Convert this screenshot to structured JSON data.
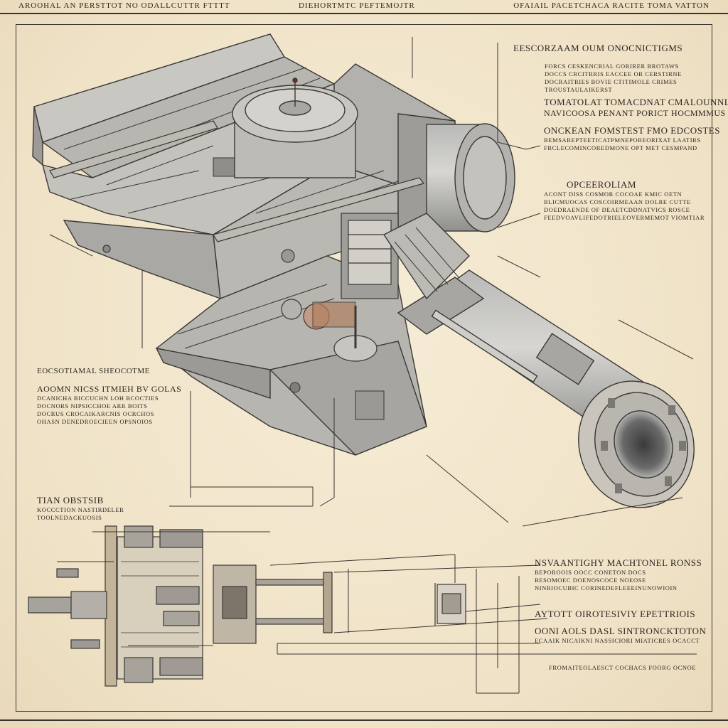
{
  "header": {
    "left": "AROOHAL AN PERSTTOT NO ODALLCUTTR FTTTT",
    "middle": "DIEHORTMTC PEFTEMOJTR",
    "right": "OFAIAIL PACETCHACA RACITE TOMA VATTON"
  },
  "annotations": {
    "a1": {
      "title": "EESCORZAAM OUM ONOCNICTIGMS",
      "lines": [
        "FORCS CESKENCRIAL GORIRER BROTAWS",
        "DOCCS CRCITRRIS EACCEE OR CERSTIRNE",
        "DOCRAITRIES BOVIE CTITIMOLE CRIMES",
        "TROUSTAULAIKERST"
      ]
    },
    "a2": {
      "title": "TOMATOLAT TOMACDNAT CMALOUNNLA",
      "lines": [
        "NAVICOOSA PENANT PORICT HOCMMMUS"
      ]
    },
    "a3": {
      "title": "ONCKEAN FOMSTEST FMO EDCOSTES",
      "lines": [
        "BEMSAREPTEETICATPMNEPOREORIXAT LAATIRS",
        "FRCLECOMINCOREDMONE OPT MET CESMPAND"
      ]
    },
    "a4": {
      "title": "OPCEEROLIAM",
      "lines": [
        "ACONT DISS COSMOR COCOAE KMIC OETN",
        "BLICMUOCAS COSCOIRMEAAN DOLRE CUTTE",
        "DOEDRAENDE OF DEAETCDDNATVICS ROSCE",
        "FEEDVOAVLIFEDOTRIELEOVERMEMOT VIOMTIAR"
      ]
    },
    "a5": {
      "title": "EOCSOTIAMAL SHEOCOTME",
      "lines": []
    },
    "a6": {
      "title": "AOOMN NICSS ITMIEH BV GOLAS",
      "lines": [
        "DCANICHA BICCUCHN LOH BCOCTIES",
        "DOCNORS NIPSICCHOE ARR BOITS",
        "DOCRUS CROCAIKARCNIS OCRCHOS",
        "OHASN DENEDROECIEEN OPSNOIOS"
      ]
    },
    "a7": {
      "title": "TIAN OBSTSIB",
      "lines": [
        "KOCCCTION NASTIRDELER",
        "TOOLNEDACKUOSIS"
      ]
    },
    "a8": {
      "title": "NSVAANTIGHY MACHTONEL RONSS",
      "lines": [
        "BEPOROOIS OOCC CONETON DOCS",
        "BESOMOEC DOENOSCOCE NOEOSE",
        "NINRIOCUBIC CORINEDEFLEEEINUNOWIOIN"
      ]
    },
    "a9": {
      "title": "AYTOTT OIROTESIVIY EPETTRIOIS",
      "lines": []
    },
    "a10": {
      "title": "OONI AOLS DASL SINTRONCKTOTON",
      "lines": [
        "ECAAIK NICAIKNI NASSICIORI MIATICRES OCACCT"
      ]
    },
    "a11": {
      "title": "",
      "lines": [
        "FROMAITEOLAESCT COCHACS FOORG OCNOE"
      ]
    }
  }
}
